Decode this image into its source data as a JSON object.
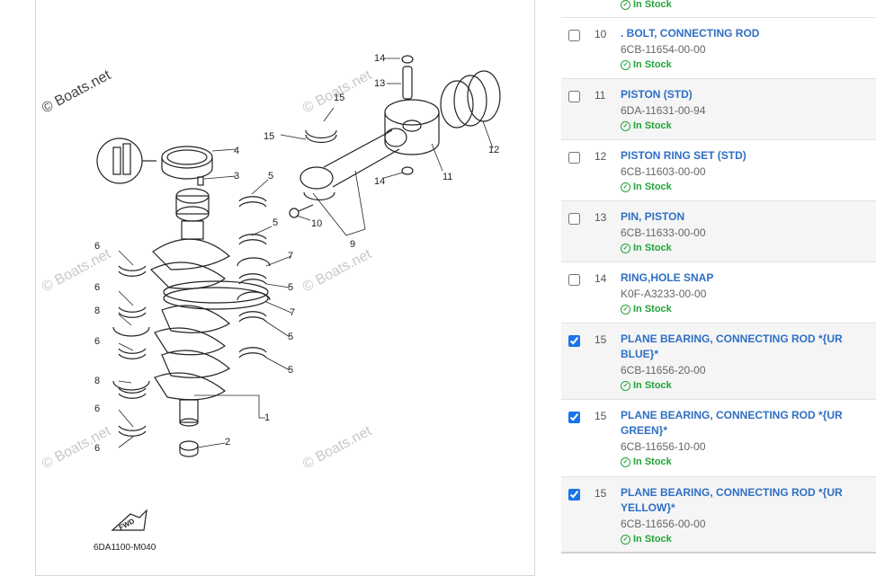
{
  "diagram": {
    "watermark": "© Boats.net",
    "figure_code": "6DA1100-M040",
    "fwd_label": "FWD",
    "callouts": [
      "14",
      "13",
      "15",
      "15",
      "4",
      "3",
      "5",
      "5",
      "7",
      "5",
      "7",
      "5",
      "5",
      "6",
      "6",
      "8",
      "6",
      "8",
      "6",
      "6",
      "10",
      "9",
      "11",
      "12",
      "14",
      "1",
      "2"
    ]
  },
  "parts": [
    {
      "ref": "",
      "name": "",
      "part_no": "",
      "stock": "In Stock",
      "checked": false
    },
    {
      "ref": "10",
      "name": ". BOLT, CONNECTING ROD",
      "part_no": "6CB-11654-00-00",
      "stock": "In Stock",
      "checked": false
    },
    {
      "ref": "11",
      "name": "PISTON (STD)",
      "part_no": "6DA-11631-00-94",
      "stock": "In Stock",
      "checked": false
    },
    {
      "ref": "12",
      "name": "PISTON RING SET (STD)",
      "part_no": "6CB-11603-00-00",
      "stock": "In Stock",
      "checked": false
    },
    {
      "ref": "13",
      "name": "PIN, PISTON",
      "part_no": "6CB-11633-00-00",
      "stock": "In Stock",
      "checked": false
    },
    {
      "ref": "14",
      "name": "RING,HOLE SNAP",
      "part_no": "K0F-A3233-00-00",
      "stock": "In Stock",
      "checked": false
    },
    {
      "ref": "15",
      "name": "PLANE BEARING, CONNECTING ROD *{UR BLUE}*",
      "part_no": "6CB-11656-20-00",
      "stock": "In Stock",
      "checked": true
    },
    {
      "ref": "15",
      "name": "PLANE BEARING, CONNECTING ROD *{UR GREEN}*",
      "part_no": "6CB-11656-10-00",
      "stock": "In Stock",
      "checked": true
    },
    {
      "ref": "15",
      "name": "PLANE BEARING, CONNECTING ROD *{UR YELLOW}*",
      "part_no": "6CB-11656-00-00",
      "stock": "In Stock",
      "checked": true
    }
  ],
  "colors": {
    "link": "#2f6fc4",
    "in_stock": "#22a33a",
    "checkbox_accent": "#1a73e8"
  }
}
